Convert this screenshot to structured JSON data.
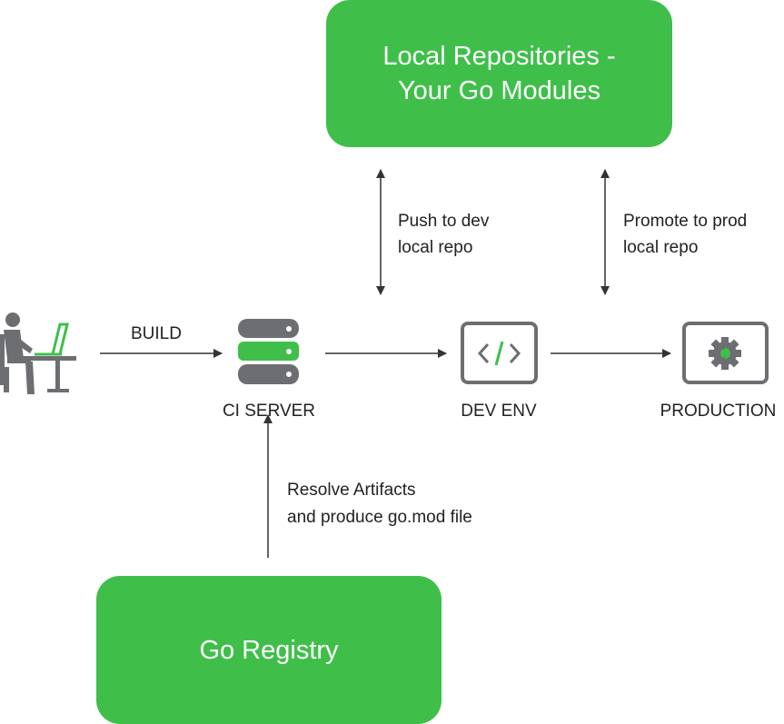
{
  "boxes": {
    "local_repos": {
      "line1": "Local Repositories -",
      "line2": "Your Go Modules"
    },
    "go_registry": {
      "label": "Go Registry"
    }
  },
  "nodes": {
    "ci_server": "CI SERVER",
    "dev_env": "DEV ENV",
    "production": "PRODUCTION"
  },
  "edges": {
    "build": "BUILD",
    "push_line1": "Push to dev",
    "push_line2": "local repo",
    "promote_line1": "Promote to prod",
    "promote_line2": "local repo",
    "resolve_line1": "Resolve Artifacts",
    "resolve_line2": "and produce go.mod file"
  },
  "icons": {
    "developer": "developer-at-laptop-icon",
    "ci_server": "database-server-icon",
    "dev_env": "code-brackets-icon",
    "production": "gear-icon"
  },
  "colors": {
    "accent_green": "#3fbf4a",
    "icon_gray": "#6d6e71",
    "arrow": "#333333",
    "text": "#222222"
  }
}
